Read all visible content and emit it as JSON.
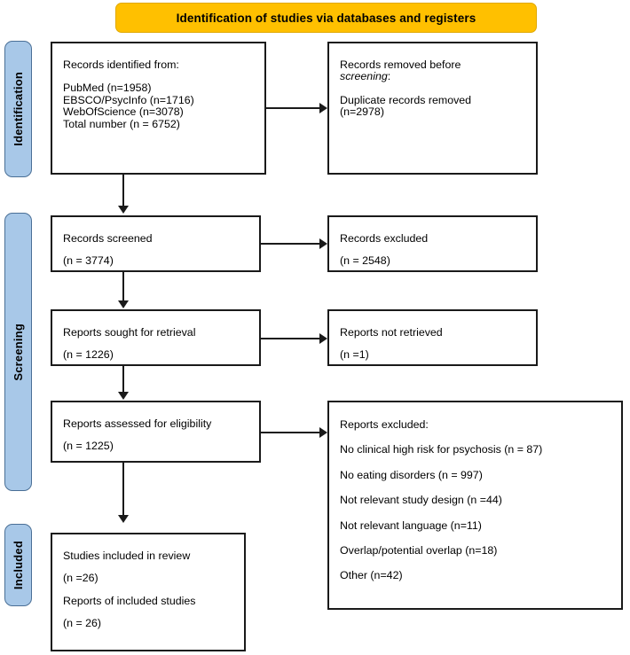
{
  "banner": {
    "title": "Identification of studies via databases and registers",
    "color": "#FFC000"
  },
  "phases": {
    "color": "#A8C8E8",
    "identification": "Identification",
    "screening": "Screening",
    "included": "Included"
  },
  "boxes": {
    "identified": {
      "heading": "Records identified from:",
      "line1": "PubMed (n=1958)",
      "line2": "EBSCO/PsycInfo (n=1716)",
      "line3": "WebOfScience (n=3078)",
      "line4": "Total number (n = 6752)"
    },
    "removed": {
      "line1a": "Records removed before",
      "line1b": "screening",
      "line1c": ":",
      "line2": "Duplicate records removed",
      "line3": "(n=2978)"
    },
    "screened": {
      "label": "Records screened",
      "count": "(n = 3774)"
    },
    "excluded": {
      "label": "Records excluded",
      "count": "(n = 2548)"
    },
    "sought": {
      "label": "Reports sought for retrieval",
      "count": "(n = 1226)"
    },
    "not_retrieved": {
      "label": "Reports not retrieved",
      "count": "(n =1)"
    },
    "assessed": {
      "label": "Reports assessed for eligibility",
      "count": "(n = 1225)"
    },
    "reports_excluded": {
      "heading": "Reports excluded:",
      "reasons": [
        "No clinical high risk for psychosis (n = 87)",
        "No eating disorders (n = 997)",
        "Not relevant study design (n =44)",
        "Not relevant language (n=11)",
        "Overlap/potential overlap (n=18)",
        "Other (n=42)"
      ]
    },
    "included": {
      "label1": "Studies included in review",
      "count1": "(n =26)",
      "label2": "Reports of included studies",
      "count2": "(n = 26)"
    }
  }
}
